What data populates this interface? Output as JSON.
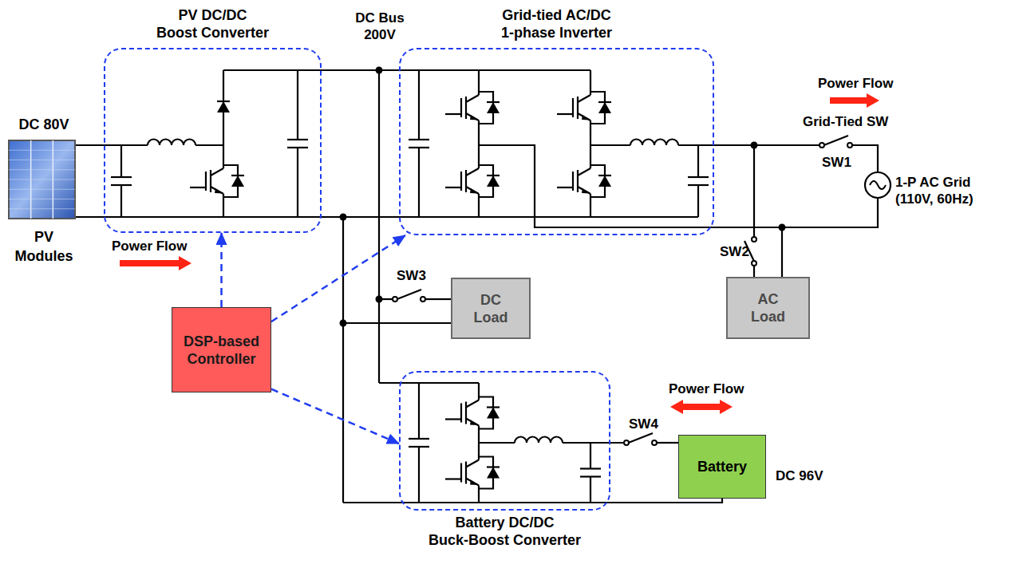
{
  "diagram": {
    "nodes": [
      {
        "text": [
          "DC 80V",
          "PV Modules"
        ]
      },
      {
        "text": [
          "PV DC/DC Boost Converter"
        ]
      },
      {
        "text": [
          "Grid-tied AC/DC 1-phase Inverter"
        ]
      },
      {
        "text": [
          "DSP-based Controller"
        ]
      },
      {
        "text": [
          "DC Load"
        ]
      },
      {
        "text": [
          "AC Load"
        ]
      },
      {
        "text": [
          "Battery DC/DC Buck-Boost Converter"
        ]
      },
      {
        "text": [
          "Battery"
        ]
      }
    ],
    "edges": [
      {
        "from": 3,
        "to": 1,
        "arrow": "to"
      },
      {
        "from": 3,
        "to": 2,
        "arrow": "to"
      },
      {
        "from": 3,
        "to": 6,
        "arrow": "to"
      }
    ],
    "labels": [
      "DC Bus 200V",
      "Power Flow",
      "Grid-Tied SW",
      "SW1",
      "1-P AC Grid (110V, 60Hz)",
      "Power Flow",
      "SW3",
      "SW2",
      "Power Flow",
      "SW4",
      "DC 96V"
    ]
  }
}
